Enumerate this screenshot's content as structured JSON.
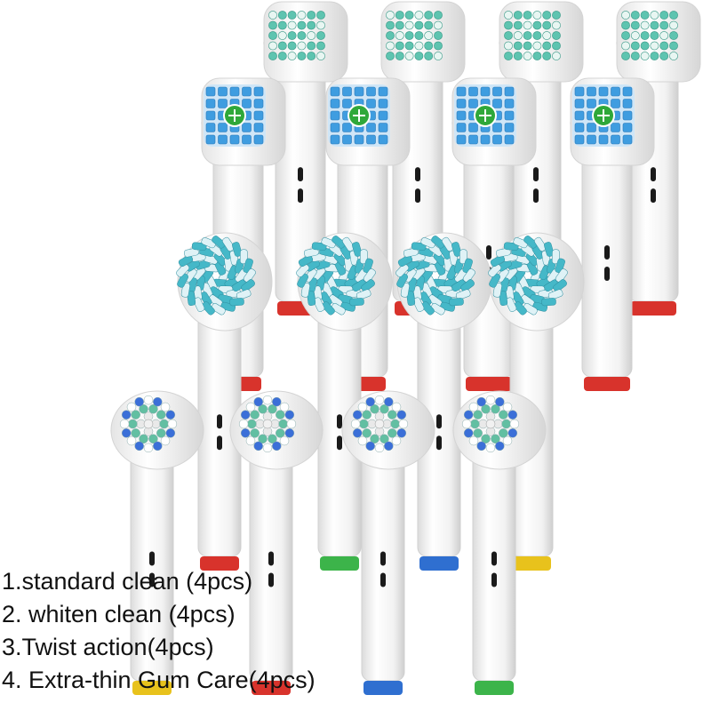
{
  "caption": {
    "lines": [
      "1.standard clean (4pcs)",
      "2. whiten clean (4pcs)",
      "3.Twist action(4pcs)",
      "4. Extra-thin Gum Care(4pcs)"
    ]
  },
  "colors": {
    "background": "#ffffff",
    "handle": "#f4f4f4",
    "standard_bristle_teal": "#5ec4b0",
    "whiten_bristle_blue": "#3f9de0",
    "polish_cup_green": "#2fa83a",
    "twist_bristle_teal": "#45b8c8",
    "gum_bristle_blue": "#3b6fd8",
    "ring_red": "#d8332c",
    "ring_yellow": "#e8c21c",
    "ring_green": "#3cb44a",
    "ring_blue": "#2f6fd0"
  },
  "rows": [
    {
      "type": "standard clean",
      "heads": [
        {
          "ring": "red"
        },
        {
          "ring": "red"
        },
        {
          "ring": "yellow"
        },
        {
          "ring": "red"
        }
      ]
    },
    {
      "type": "whiten clean",
      "heads": [
        {
          "ring": "red"
        },
        {
          "ring": "red"
        },
        {
          "ring": "red"
        },
        {
          "ring": "red"
        }
      ]
    },
    {
      "type": "Twist action",
      "heads": [
        {
          "ring": "red"
        },
        {
          "ring": "green"
        },
        {
          "ring": "blue"
        },
        {
          "ring": "yellow"
        }
      ]
    },
    {
      "type": "Extra-thin Gum Care",
      "heads": [
        {
          "ring": "yellow"
        },
        {
          "ring": "red"
        },
        {
          "ring": "blue"
        },
        {
          "ring": "green"
        }
      ]
    }
  ]
}
